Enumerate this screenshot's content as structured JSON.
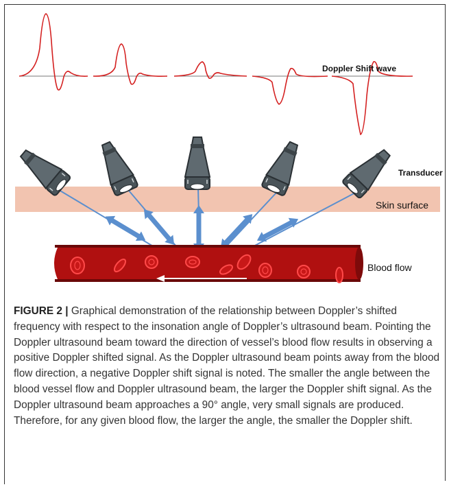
{
  "labels": {
    "wave": "Doppler Shift wave",
    "transducer": "Transducer",
    "skin": "Skin surface",
    "blood": "Blood flow"
  },
  "caption": {
    "figure_label": "FIGURE 2 |",
    "text": " Graphical demonstration of the relationship between Doppler’s shifted frequency with respect to the insonation angle of Doppler’s ultrasound beam. Pointing the Doppler ultrasound beam toward the direction of vessel’s blood flow results in observing a positive Doppler shifted signal. As the Doppler ultrasound beam points away from the blood flow direction, a negative Doppler shift signal is noted. The smaller the angle between the blood vessel flow and Doppler ultrasound beam, the larger the Doppler shift signal. As the Doppler ultrasound beam approaches a 90° angle, very small signals are produced. Therefore, for any given blood flow, the larger the angle, the smaller the Doppler shift."
  },
  "colors": {
    "wave": "#d42020",
    "baseline": "#777777",
    "skin": "#f2c4b0",
    "beam": "#5b8fce",
    "vessel": "#b01010",
    "cell": "#e03030",
    "transducer": "#5f6a70"
  },
  "icons": [
    "transducer-icon",
    "red-blood-cell-icon",
    "flow-arrow-icon"
  ]
}
